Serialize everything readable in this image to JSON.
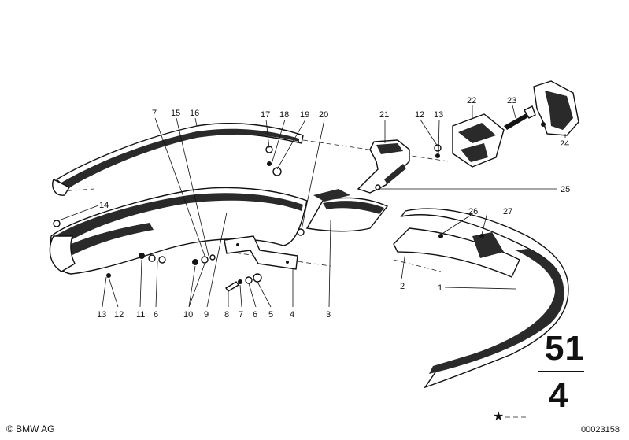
{
  "diagram": {
    "callouts": [
      "7",
      "15",
      "16",
      "17",
      "18",
      "19",
      "20",
      "21",
      "12",
      "13",
      "22",
      "23",
      "24",
      "14",
      "25",
      "26",
      "27",
      "2",
      "1",
      "13",
      "12",
      "11",
      "6",
      "10",
      "9",
      "8",
      "7",
      "6",
      "5",
      "4",
      "3"
    ]
  },
  "footer": {
    "copyright": "© BMW AG",
    "document_number": "00023158",
    "symbol": "★"
  },
  "group": {
    "main": "51",
    "sub": "4"
  }
}
